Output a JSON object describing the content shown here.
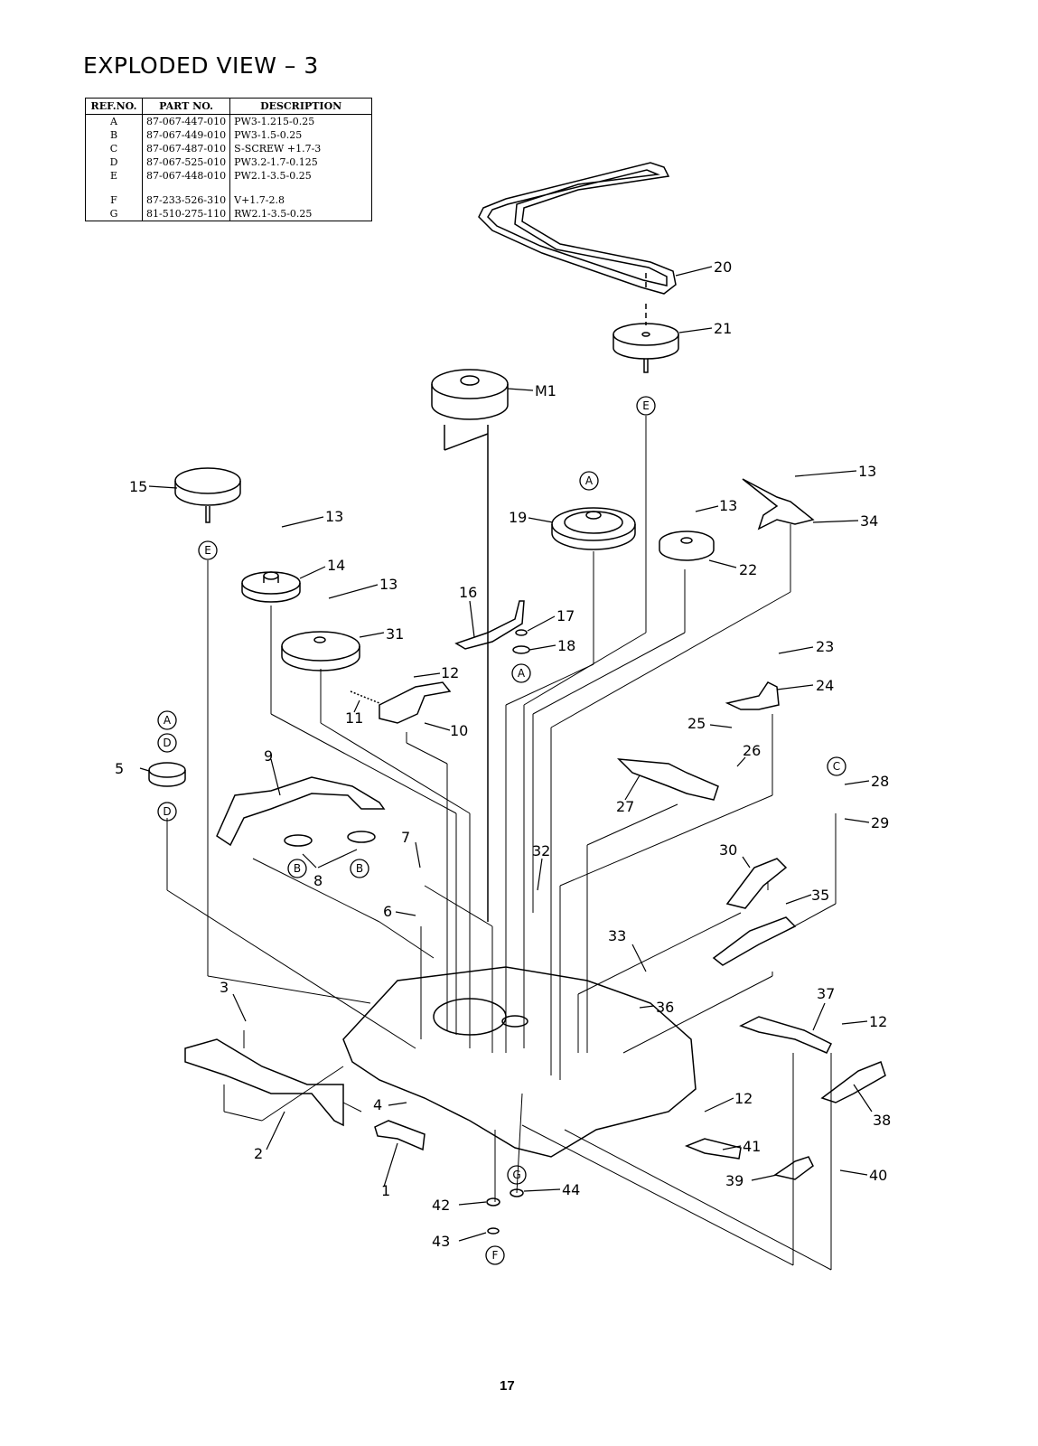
{
  "title": "EXPLODED  VIEW – 3",
  "table": {
    "headers": [
      "REF.NO.",
      "PART NO.",
      "DESCRIPTION"
    ],
    "rows": [
      {
        "ref": "A",
        "part": "87-067-447-010",
        "desc": "PW3-1.215-0.25"
      },
      {
        "ref": "B",
        "part": "87-067-449-010",
        "desc": "PW3-1.5-0.25"
      },
      {
        "ref": "C",
        "part": "87-067-487-010",
        "desc": "S-SCREW +1.7-3"
      },
      {
        "ref": "D",
        "part": "87-067-525-010",
        "desc": "PW3.2-1.7-0.125"
      },
      {
        "ref": "E",
        "part": "87-067-448-010",
        "desc": "PW2.1-3.5-0.25"
      },
      {
        "ref": "",
        "part": "",
        "desc": ""
      },
      {
        "ref": "F",
        "part": "87-233-526-310",
        "desc": "V+1.7-2.8"
      },
      {
        "ref": "G",
        "part": "81-510-275-110",
        "desc": "RW2.1-3.5-0.25"
      }
    ]
  },
  "labels": [
    "1",
    "2",
    "3",
    "4",
    "5",
    "6",
    "7",
    "8",
    "9",
    "10",
    "11",
    "12",
    "13",
    "14",
    "15",
    "16",
    "17",
    "18",
    "19",
    "20",
    "21",
    "22",
    "23",
    "24",
    "25",
    "26",
    "27",
    "28",
    "29",
    "30",
    "31",
    "32",
    "33",
    "34",
    "35",
    "36",
    "37",
    "38",
    "39",
    "40",
    "41",
    "42",
    "43",
    "44",
    "M1"
  ],
  "circle_refs": [
    "A",
    "B",
    "C",
    "D",
    "E",
    "F",
    "G"
  ],
  "page_number": "17"
}
